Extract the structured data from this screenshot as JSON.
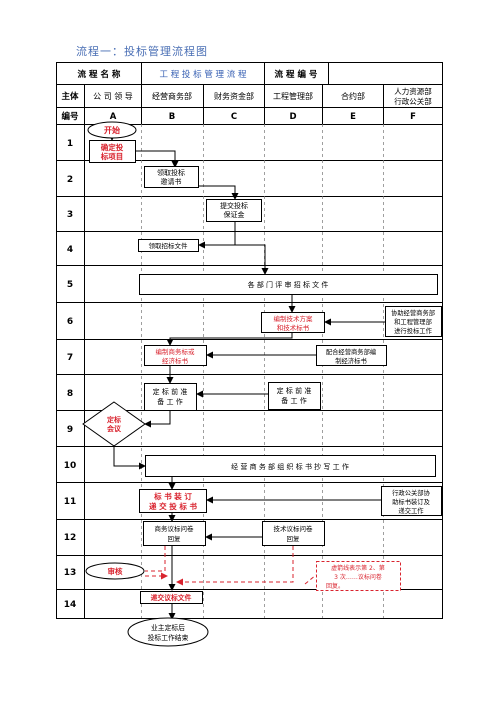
{
  "page_title": "流程一：投标管理流程图",
  "header": {
    "flow_name_label": "流 程 名 称",
    "flow_name": "工 程 投 标 管 理 流 程",
    "flow_no_label": "流 程 编 号",
    "flow_no": ""
  },
  "roles": {
    "label": "主体",
    "items": [
      {
        "name": "公 司 领 导"
      },
      {
        "name": "经营商务部"
      },
      {
        "name": "财务资金部"
      },
      {
        "name": "工程管理部"
      },
      {
        "name": "合约部"
      },
      {
        "name": "人力资源部",
        "name2": "行政公关部"
      }
    ]
  },
  "codes": {
    "label": "编号",
    "items": [
      "A",
      "B",
      "C",
      "D",
      "E",
      "F"
    ]
  },
  "rows": [
    "1",
    "2",
    "3",
    "4",
    "5",
    "6",
    "7",
    "8",
    "9",
    "10",
    "11",
    "12",
    "13",
    "14"
  ],
  "nodes": {
    "start": "开始",
    "n1_l1": "确定投",
    "n1_l2": "标项目",
    "n2_l1": "领取投标",
    "n2_l2": "邀请书",
    "n3_l1": "提交投标",
    "n3_l2": "保证金",
    "n4": "领取招标文件",
    "n5": "各 部 门 评 审 招 标 文 件",
    "n6_l1": "编制技术方案",
    "n6_l2": "和技术标书",
    "n6f_l1": "协助经营商务部",
    "n6f_l2": "和工程管理部",
    "n6f_l3": "进行投标工作",
    "n7_l1": "编制商务标或",
    "n7_l2": "经济标书",
    "n7e_l1": "配合经营商务部编",
    "n7e_l2": "制经济标书",
    "n8b_l1": "定 标 前 准",
    "n8b_l2": "备 工 作",
    "n8d_l1": "定 标 前 准",
    "n8d_l2": "备 工 作",
    "n9_l1": "定标",
    "n9_l2": "会议",
    "n10": "经 营 商 务 部 组 织 标 书 抄 写 工 作",
    "n11_l1": "标 书 装 订",
    "n11_l2": "递 交 投 标 书",
    "n11f_l1": "行政公关部协",
    "n11f_l2": "助标书装订及",
    "n11f_l3": "递交工作",
    "n12b_l1": "商务议标问卷",
    "n12b_l2": "回复",
    "n12d_l1": "技术议标问卷",
    "n12d_l2": "回复",
    "n13": "审核",
    "n13n_l1": "虚箭线表示第 2、第",
    "n13n_l2": "3 次……议标问卷",
    "n13n_l3": "回复。",
    "n14": "递交议标文件",
    "end_l1": "业主定标后",
    "end_l2": "投标工作结束"
  }
}
